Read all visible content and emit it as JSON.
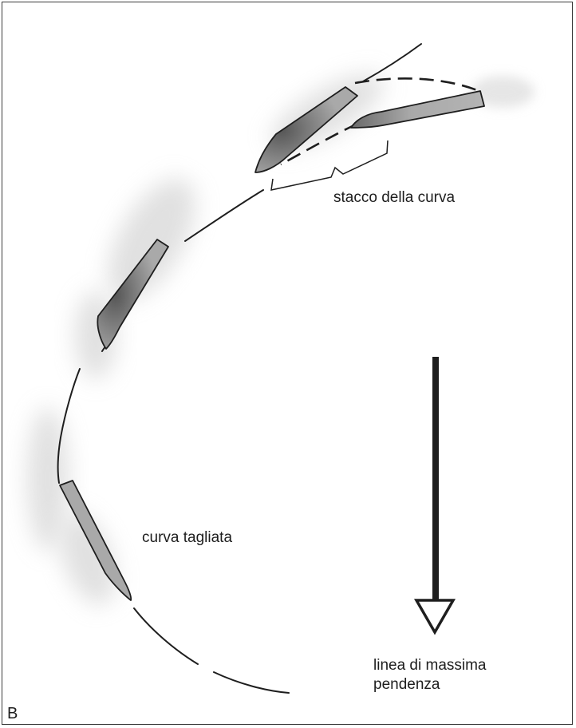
{
  "diagram": {
    "panel_letter": "B",
    "labels": {
      "stacco": "stacco della curva",
      "curva_tagliata": "curva tagliata",
      "linea_line1": "linea di massima",
      "linea_line2": "pendenza"
    },
    "colors": {
      "ink": "#1e1e1e",
      "ski_fill": "#a9a9a9",
      "ski_dark": "#555555",
      "shading": "#c8c8c8"
    }
  }
}
